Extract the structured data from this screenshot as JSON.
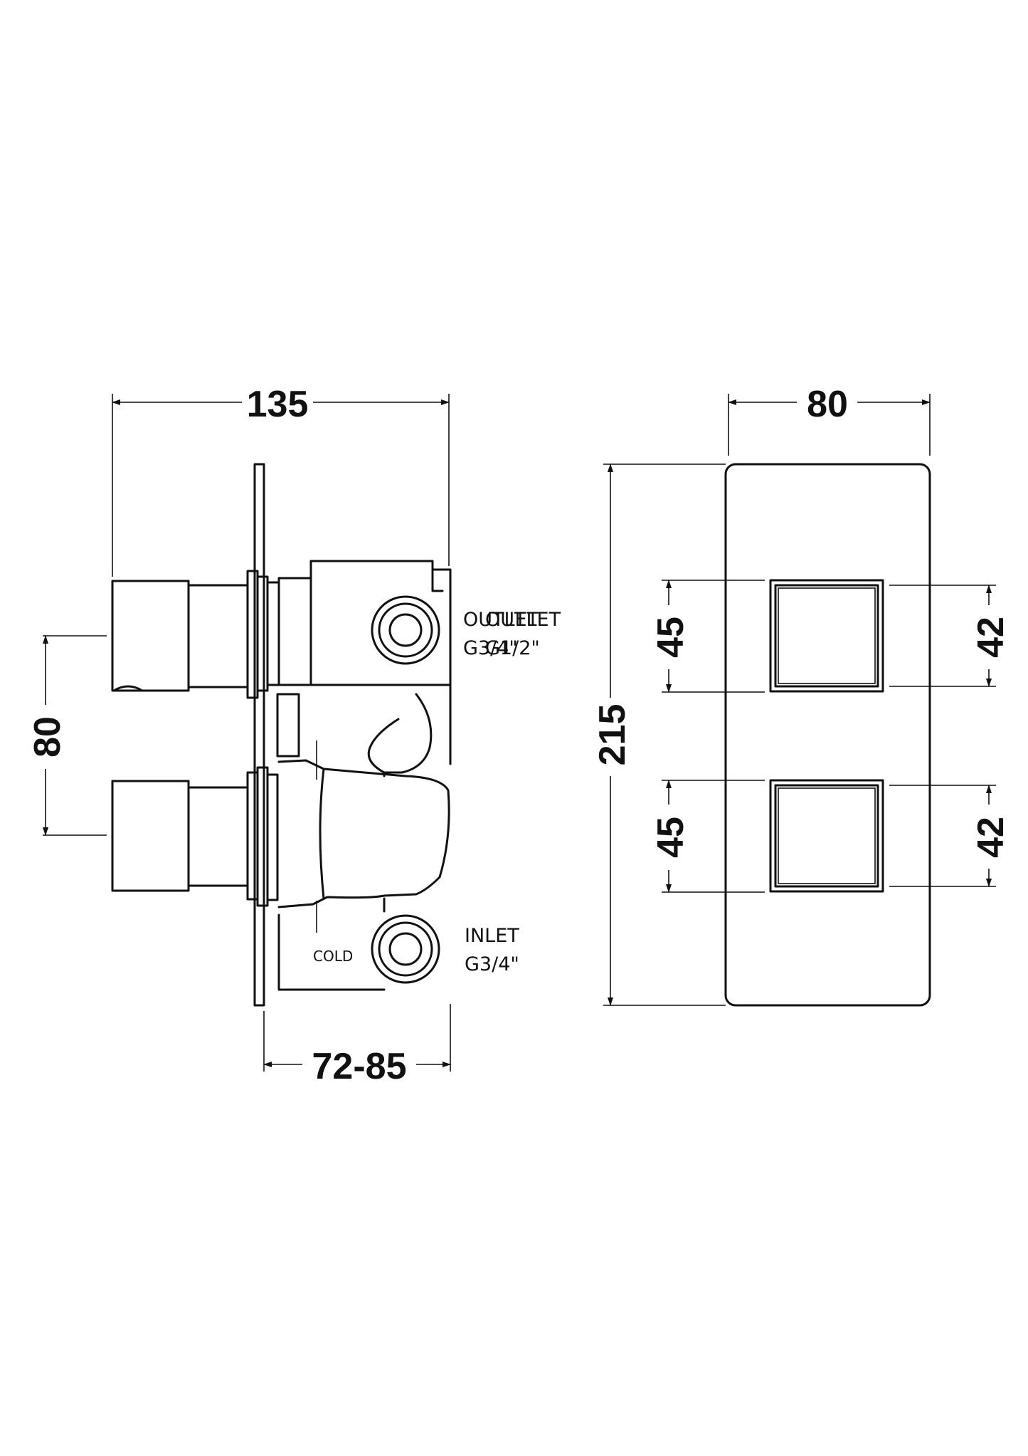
{
  "dimensions": {
    "side_width": "135",
    "side_depth": "72-85",
    "handle_spacing": "80",
    "plate_width": "80",
    "plate_height": "215",
    "upper_handle_span": "45",
    "upper_knob_height": "42",
    "lower_handle_span": "45",
    "lower_knob_height": "42"
  },
  "labels": {
    "outlet_line1": "OUTLET",
    "outlet_line2": "G3/4\"",
    "outlet_overlap_line1": "OUTLET",
    "outlet_overlap_line2": "G1/2\"",
    "inlet_line1": "INLET",
    "inlet_line2": "G3/4\"",
    "cold": "COLD"
  }
}
